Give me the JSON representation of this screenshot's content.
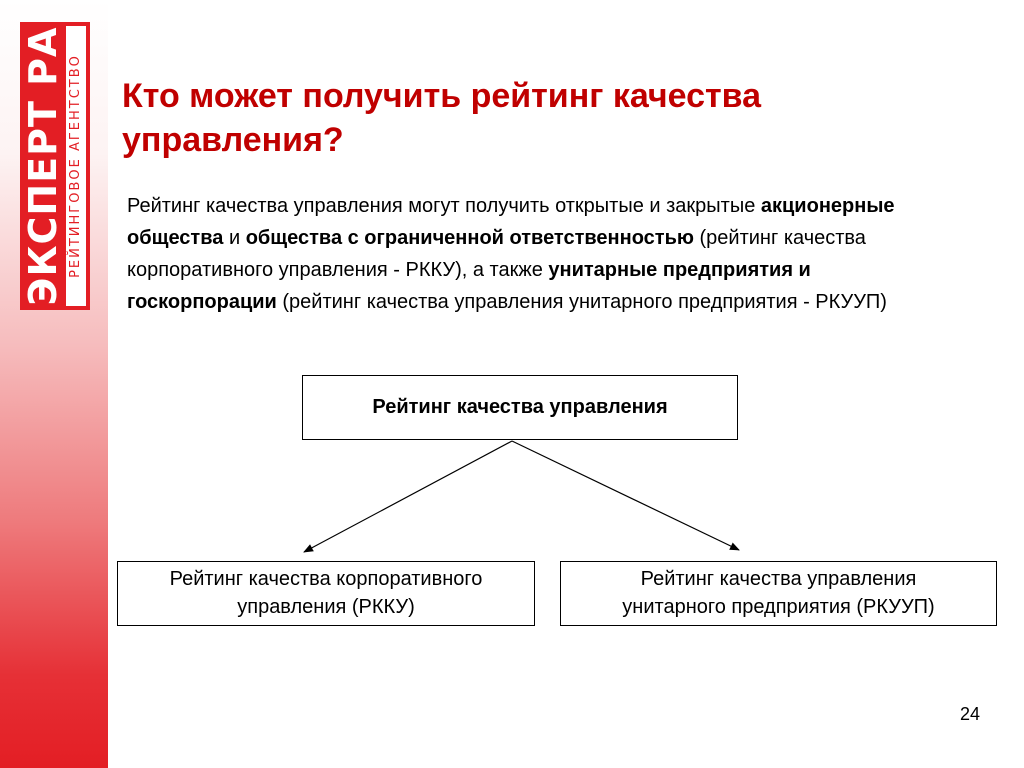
{
  "logo": {
    "main": "ЭКСПЕРТ РА",
    "sub": "РЕЙТИНГОВОЕ АГЕНТСТВО"
  },
  "slide": {
    "title": "Кто может получить рейтинг качества управления?",
    "paragraph": {
      "p1": "Рейтинг качества управления могут получить открытые и закрытые ",
      "b1": "акционерные общества",
      "p2": " и ",
      "b2": "общества с ограниченной ответственностью",
      "p3": " (рейтинг качества корпоративного управления - РККУ), а также ",
      "b3": "унитарные предприятия и госкорпорации",
      "p4": " (рейтинг качества управления унитарного предприятия - РКУУП)"
    },
    "page_number": "24"
  },
  "diagram": {
    "root": "Рейтинг качества управления",
    "left": {
      "line1": "Рейтинг качества корпоративного",
      "line2": "управления (РККУ)"
    },
    "right": {
      "line1": "Рейтинг качества управления",
      "line2": "унитарного предприятия (РКУУП)"
    },
    "line_color": "#000000"
  },
  "colors": {
    "accent": "#e31e24",
    "title": "#c00000"
  }
}
